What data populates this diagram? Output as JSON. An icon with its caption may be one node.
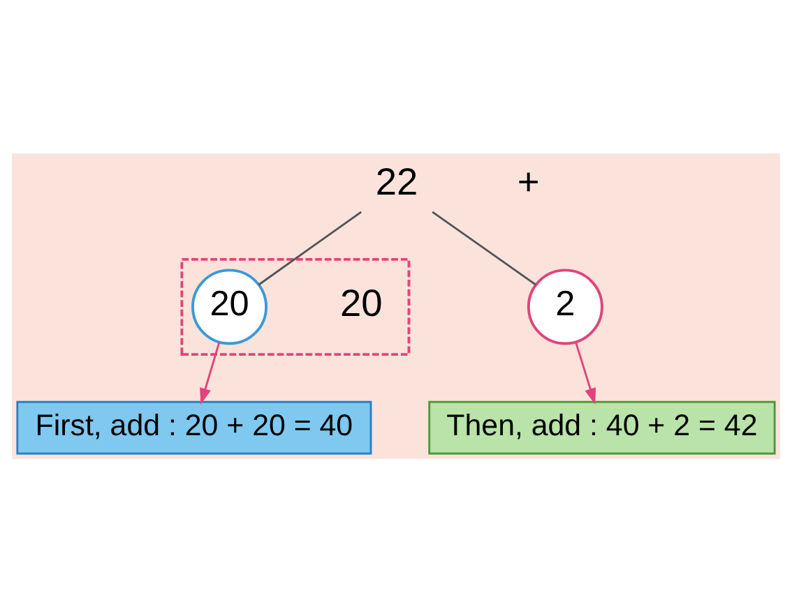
{
  "diagram": {
    "nodes": [
      {
        "text": [
          "22"
        ]
      },
      {
        "text": [],
        "shape": "box"
      },
      {
        "text": [
          "20"
        ],
        "in": 1
      },
      {
        "text": [
          "2"
        ]
      },
      {
        "text": [
          "20"
        ],
        "in": 1
      },
      {
        "text": [
          "First, add : 20 + 20 = 40"
        ]
      },
      {
        "text": [
          "Then, add : 40 + 2 = 42"
        ]
      }
    ],
    "edges": [
      {
        "from": 0,
        "to": 3,
        "arrow": "none"
      },
      {
        "from": 0,
        "to": 4,
        "arrow": "none"
      },
      {
        "from": 4,
        "to": 5,
        "arrow": "to",
        "color": "#e0457a"
      },
      {
        "from": 3,
        "to": 6,
        "arrow": "to",
        "color": "#e0457a"
      }
    ],
    "labels": [
      "+"
    ]
  }
}
